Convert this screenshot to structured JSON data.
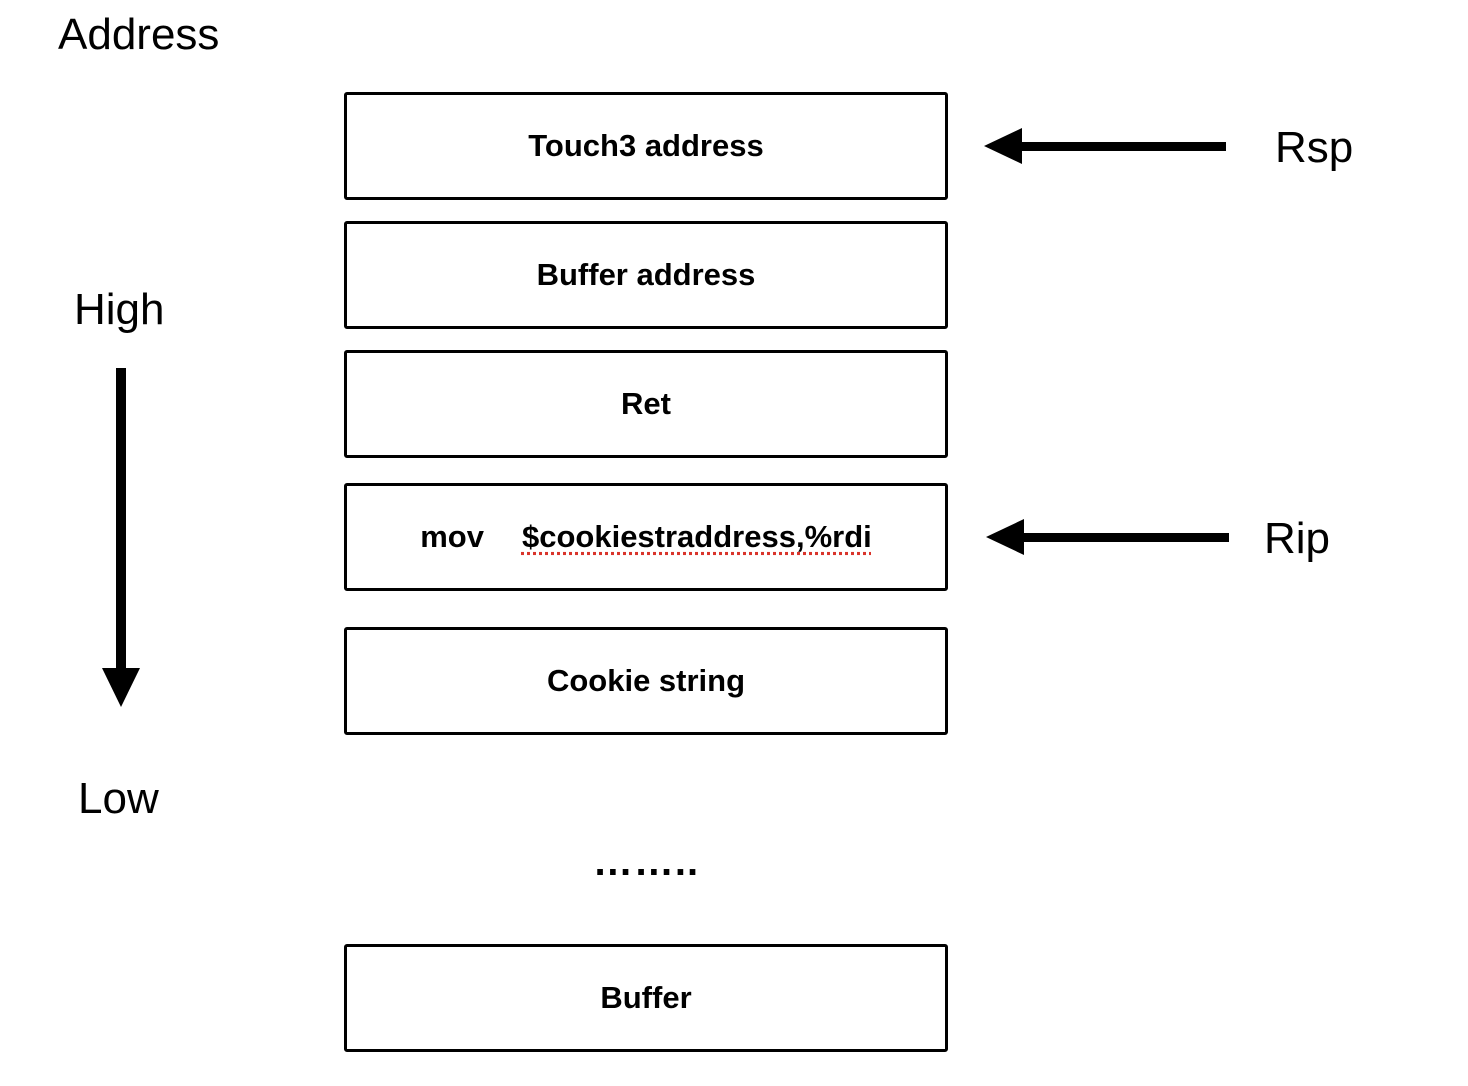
{
  "labels": {
    "address": "Address",
    "high": "High",
    "low": "Low"
  },
  "stack_cells": [
    {
      "text": "Touch3 address"
    },
    {
      "text": "Buffer address"
    },
    {
      "text": "Ret"
    },
    {
      "op": "mov",
      "operands": "$cookiestraddress,%rdi"
    },
    {
      "text": "Cookie string"
    },
    {
      "text": "Buffer"
    }
  ],
  "ellipsis": "……..",
  "pointers": {
    "rsp": "Rsp",
    "rip": "Rip"
  },
  "colors": {
    "ink": "#000000",
    "spellcheck_underline": "#d9342b",
    "background": "#ffffff"
  }
}
